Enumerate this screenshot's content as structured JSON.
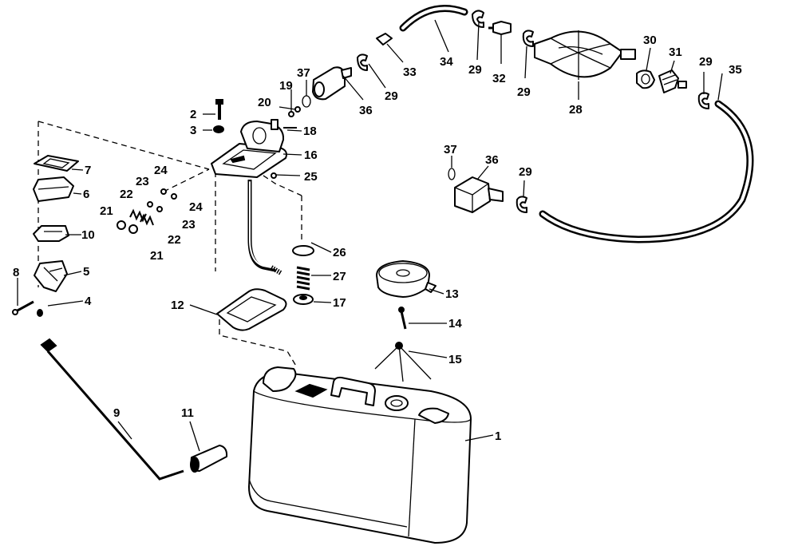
{
  "parts": [
    {
      "id": "p1",
      "label": "1"
    },
    {
      "id": "p2",
      "label": "2"
    },
    {
      "id": "p3",
      "label": "3"
    },
    {
      "id": "p4",
      "label": "4"
    },
    {
      "id": "p5",
      "label": "5"
    },
    {
      "id": "p6",
      "label": "6"
    },
    {
      "id": "p7",
      "label": "7"
    },
    {
      "id": "p8",
      "label": "8"
    },
    {
      "id": "p9",
      "label": "9"
    },
    {
      "id": "p10",
      "label": "10"
    },
    {
      "id": "p11",
      "label": "11"
    },
    {
      "id": "p12",
      "label": "12"
    },
    {
      "id": "p13",
      "label": "13"
    },
    {
      "id": "p14",
      "label": "14"
    },
    {
      "id": "p15",
      "label": "15"
    },
    {
      "id": "p16",
      "label": "16"
    },
    {
      "id": "p17",
      "label": "17"
    },
    {
      "id": "p18",
      "label": "18"
    },
    {
      "id": "p19",
      "label": "19"
    },
    {
      "id": "p20",
      "label": "20"
    },
    {
      "id": "p21a",
      "label": "21"
    },
    {
      "id": "p21b",
      "label": "21"
    },
    {
      "id": "p22a",
      "label": "22"
    },
    {
      "id": "p22b",
      "label": "22"
    },
    {
      "id": "p23a",
      "label": "23"
    },
    {
      "id": "p23b",
      "label": "23"
    },
    {
      "id": "p24a",
      "label": "24"
    },
    {
      "id": "p24b",
      "label": "24"
    },
    {
      "id": "p25",
      "label": "25"
    },
    {
      "id": "p26",
      "label": "26"
    },
    {
      "id": "p27",
      "label": "27"
    },
    {
      "id": "p28",
      "label": "28"
    },
    {
      "id": "p29a",
      "label": "29"
    },
    {
      "id": "p29b",
      "label": "29"
    },
    {
      "id": "p29c",
      "label": "29"
    },
    {
      "id": "p29d",
      "label": "29"
    },
    {
      "id": "p29e",
      "label": "29"
    },
    {
      "id": "p30",
      "label": "30"
    },
    {
      "id": "p31",
      "label": "31"
    },
    {
      "id": "p32",
      "label": "32"
    },
    {
      "id": "p33",
      "label": "33"
    },
    {
      "id": "p34",
      "label": "34"
    },
    {
      "id": "p35",
      "label": "35"
    },
    {
      "id": "p36a",
      "label": "36"
    },
    {
      "id": "p36b",
      "label": "36"
    },
    {
      "id": "p37a",
      "label": "37"
    },
    {
      "id": "p37b",
      "label": "37"
    }
  ]
}
